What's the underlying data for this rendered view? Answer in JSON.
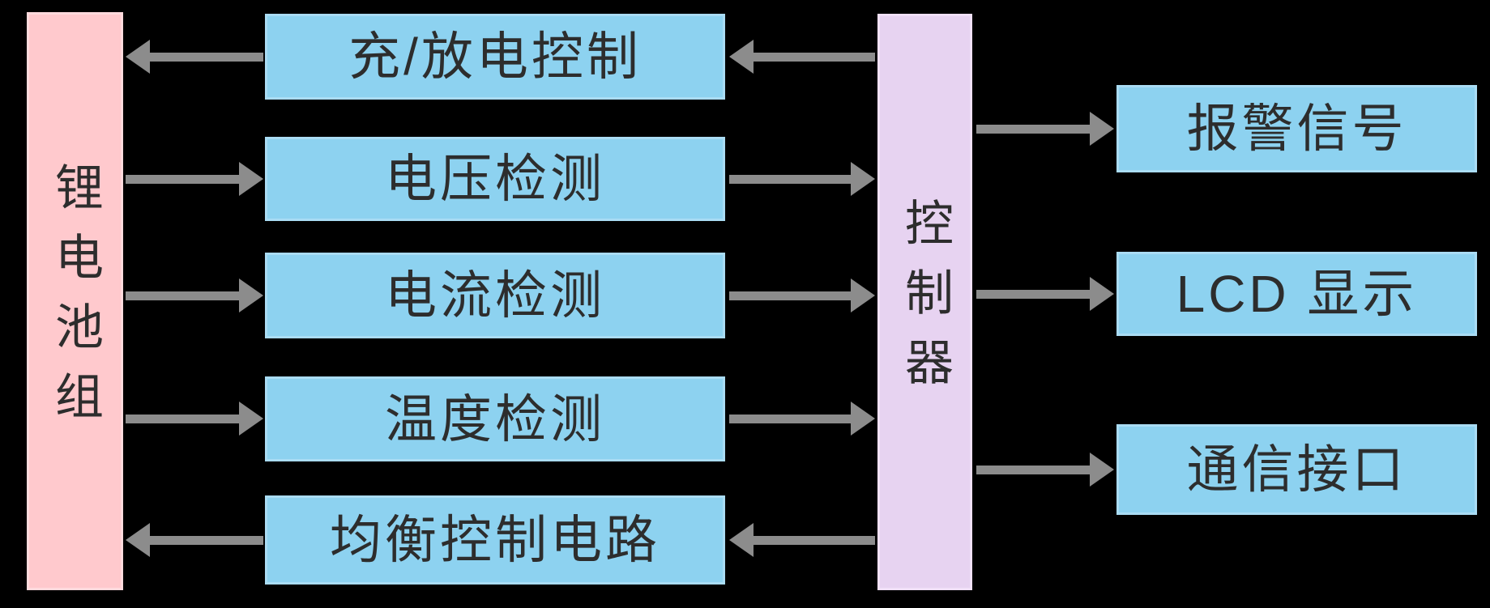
{
  "diagram": {
    "background_color": "#000000",
    "colors": {
      "background": "#000000",
      "battery_fill": "#ffc9cd",
      "battery_border": "#ffdadd",
      "module_fill": "#8dd2f0",
      "module_border": "#aadcf4",
      "controller_fill": "#e7d3f1",
      "controller_border": "#f1e0f8",
      "arrow": "#8c8c8c",
      "text": "#2d2d2d"
    },
    "battery": {
      "label": "锂电池组"
    },
    "controller": {
      "label": "控制器"
    },
    "modules": [
      {
        "label": "充/放电控制",
        "battery_arrow": "points-to-battery",
        "controller_arrow": "points-to-module"
      },
      {
        "label": "电压检测",
        "battery_arrow": "points-to-module",
        "controller_arrow": "points-to-controller"
      },
      {
        "label": "电流检测",
        "battery_arrow": "points-to-module",
        "controller_arrow": "points-to-controller"
      },
      {
        "label": "温度检测",
        "battery_arrow": "points-to-module",
        "controller_arrow": "points-to-controller"
      },
      {
        "label": "均衡控制电路",
        "battery_arrow": "points-to-battery",
        "controller_arrow": "points-to-module"
      }
    ],
    "outputs": [
      {
        "label": "报警信号"
      },
      {
        "label": "LCD 显示"
      },
      {
        "label": "通信接口"
      }
    ]
  }
}
